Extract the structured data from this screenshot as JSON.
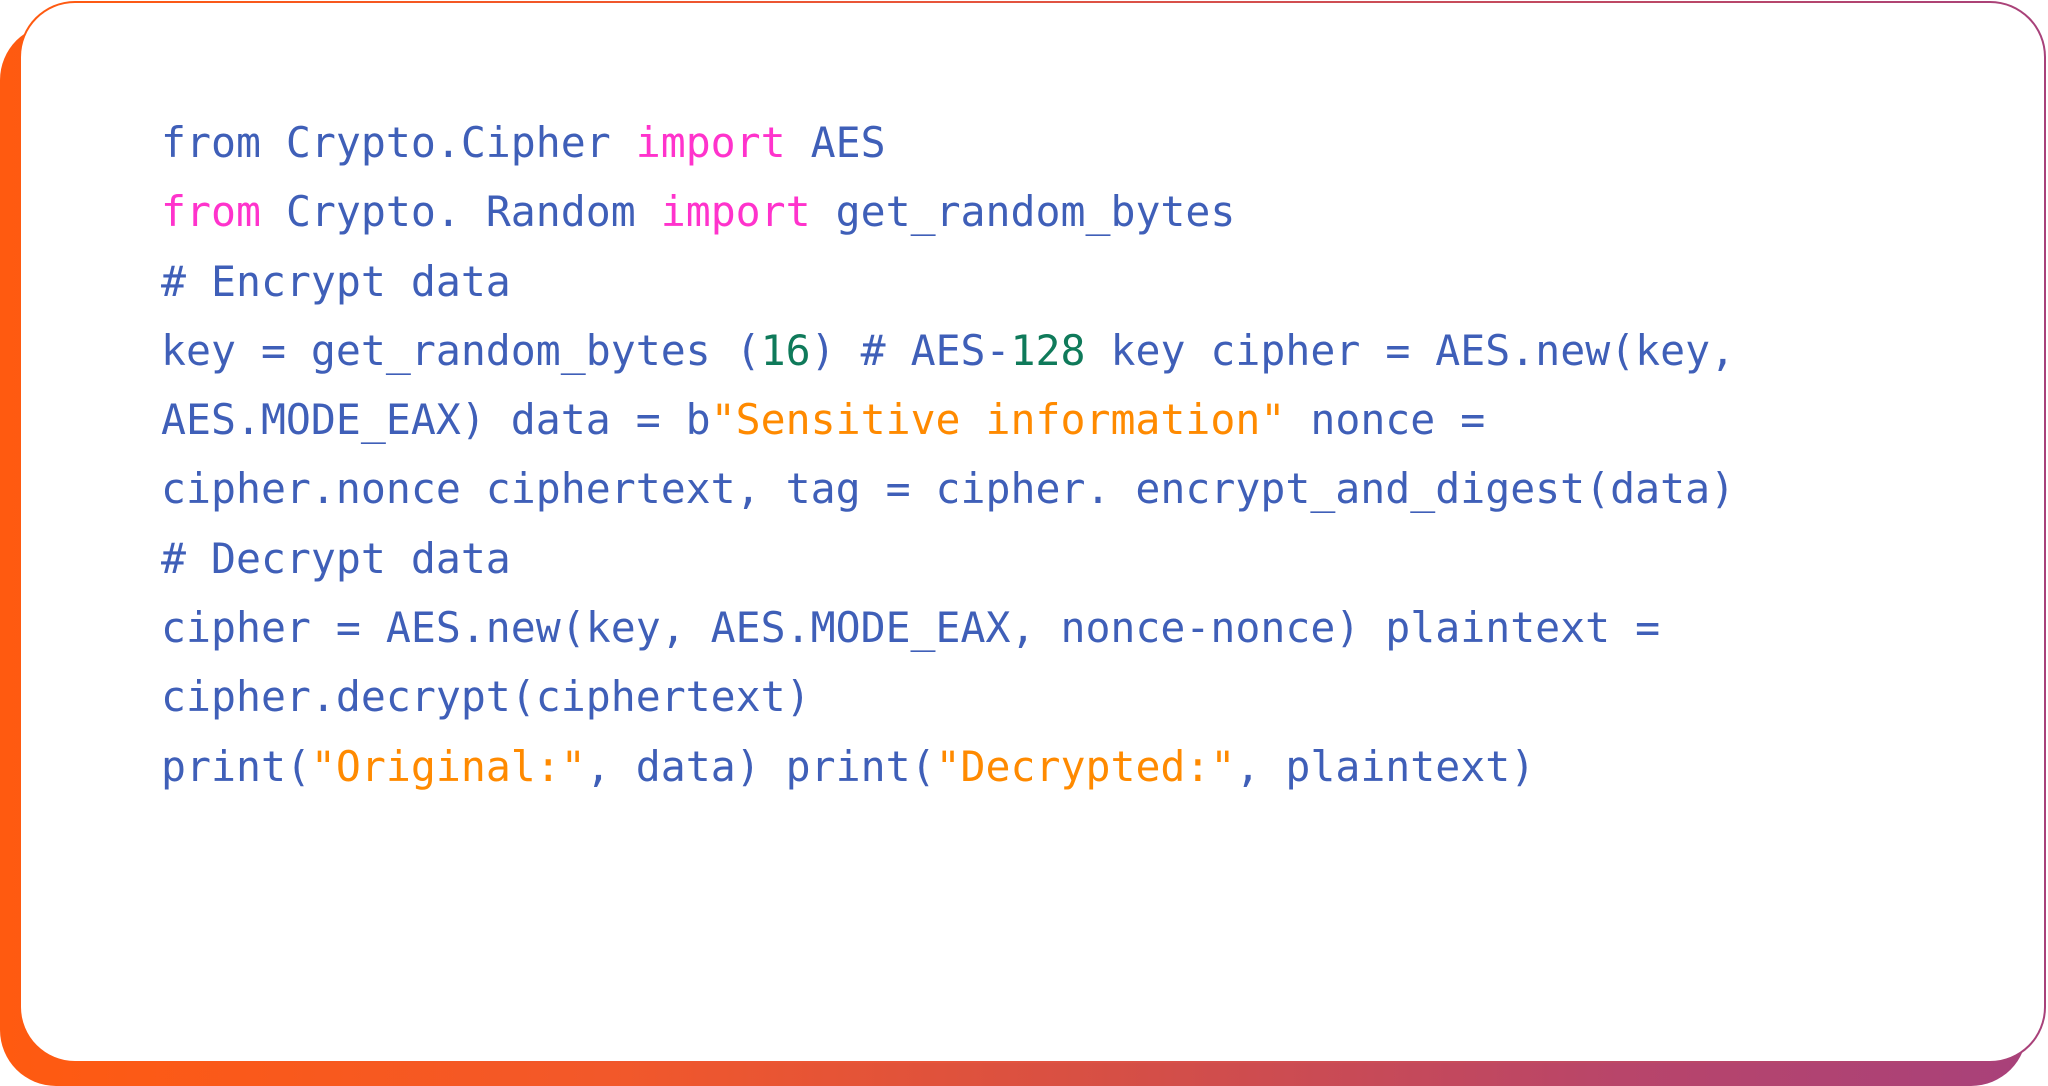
{
  "colors": {
    "plain": "#3F5FB8",
    "keyword": "#FF33CC",
    "string": "#FF8A00",
    "number": "#0F7A5A",
    "gradient_start": "#FF5A10",
    "gradient_end": "#A8417A",
    "card_background": "#FFFFFF"
  },
  "code": {
    "language": "python",
    "lines": [
      [
        {
          "t": "plain",
          "text": "from Crypto.Cipher "
        },
        {
          "t": "kw",
          "text": "import"
        },
        {
          "t": "plain",
          "text": " AES"
        }
      ],
      [
        {
          "t": "kw",
          "text": "from"
        },
        {
          "t": "plain",
          "text": " Crypto. Random "
        },
        {
          "t": "kw",
          "text": "import"
        },
        {
          "t": "plain",
          "text": " get_random_bytes"
        }
      ],
      [
        {
          "t": "plain",
          "text": "# Encrypt data"
        }
      ],
      [
        {
          "t": "plain",
          "text": "key = get_random_bytes ("
        },
        {
          "t": "num",
          "text": "16"
        },
        {
          "t": "plain",
          "text": ") # AES-"
        },
        {
          "t": "num",
          "text": "128"
        },
        {
          "t": "plain",
          "text": " key cipher = AES.new(key,"
        }
      ],
      [
        {
          "t": "plain",
          "text": "AES.MODE_EAX) data = b"
        },
        {
          "t": "str",
          "text": "\"Sensitive information\""
        },
        {
          "t": "plain",
          "text": " nonce ="
        }
      ],
      [
        {
          "t": "plain",
          "text": "cipher.nonce ciphertext, tag = cipher. encrypt_and_digest(data)"
        }
      ],
      [
        {
          "t": "plain",
          "text": "# Decrypt data"
        }
      ],
      [
        {
          "t": "plain",
          "text": "cipher = AES.new(key, AES.MODE_EAX, nonce-nonce) plaintext ="
        }
      ],
      [
        {
          "t": "plain",
          "text": "cipher.decrypt(ciphertext)"
        }
      ],
      [
        {
          "t": "plain",
          "text": "print("
        },
        {
          "t": "str",
          "text": "\"Original:\""
        },
        {
          "t": "plain",
          "text": ", data) print("
        },
        {
          "t": "str",
          "text": "\"Decrypted:\""
        },
        {
          "t": "plain",
          "text": ", plaintext)"
        }
      ]
    ]
  }
}
